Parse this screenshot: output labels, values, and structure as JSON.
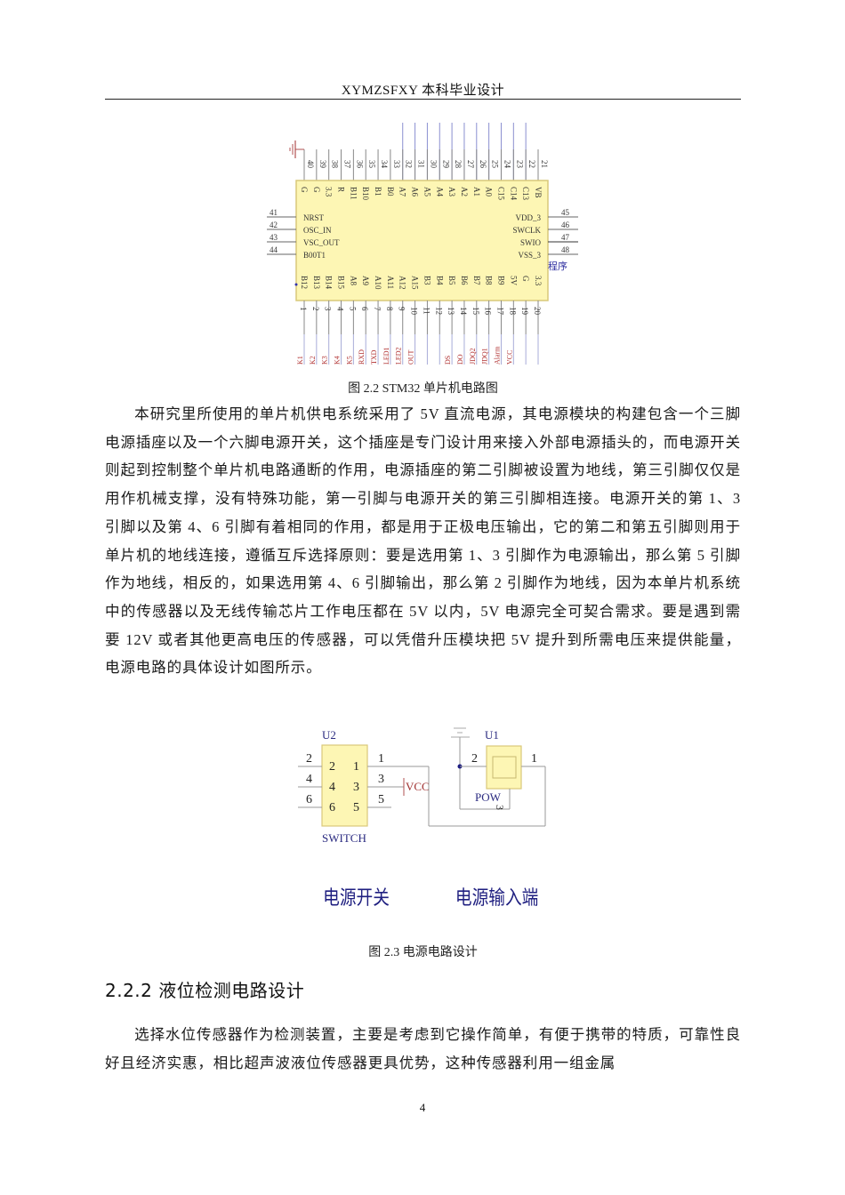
{
  "header": {
    "title": "XYMZSFXY 本科毕业设计"
  },
  "figure_1": {
    "caption": "图 2.2  STM32 单片机电路图",
    "chip": {
      "top_pin_numbers": [
        "40",
        "39",
        "38",
        "37",
        "36",
        "35",
        "34",
        "33",
        "32",
        "31",
        "30",
        "29",
        "28",
        "27",
        "26",
        "25",
        "24",
        "23",
        "22",
        "21"
      ],
      "top_pin_labels": [
        "G",
        "G",
        "3.3",
        "R",
        "B11",
        "B10",
        "B1",
        "B0",
        "A7",
        "A6",
        "A5",
        "A4",
        "A3",
        "A2",
        "A1",
        "A0",
        "C15",
        "C14",
        "C13",
        "VB"
      ],
      "left_pin_numbers": [
        "41",
        "42",
        "43",
        "44"
      ],
      "left_pin_labels": [
        "NRST",
        "OSC_IN",
        "VSC_OUT",
        "B00T1"
      ],
      "right_pin_numbers": [
        "45",
        "46",
        "47",
        "48"
      ],
      "right_pin_labels": [
        "VDD_3",
        "SWCLK",
        "SWIO",
        "VSS_3"
      ],
      "right_note": "程序",
      "bottom_pin_labels": [
        "B12",
        "B13",
        "B14",
        "B15",
        "A8",
        "A9",
        "A10",
        "A11",
        "A12",
        "A15",
        "B3",
        "B4",
        "B5",
        "B6",
        "B7",
        "B8",
        "B9",
        "5V",
        "G",
        "3.3"
      ],
      "bottom_pin_numbers": [
        "1",
        "2",
        "3",
        "4",
        "5",
        "6",
        "7",
        "8",
        "9",
        "10",
        "11",
        "12",
        "13",
        "14",
        "15",
        "16",
        "17",
        "18",
        "19",
        "20"
      ],
      "bottom_net_labels": [
        "K1",
        "K2",
        "K3",
        "K4",
        "K5",
        "RXD",
        "TXD",
        "LED1",
        "LED2",
        "OUT",
        "",
        "",
        "DS",
        "DO",
        "JDQ2",
        "JDQ1",
        "Alarm",
        "VCC",
        "",
        ""
      ]
    }
  },
  "paragraph_1": "本研究里所使用的单片机供电系统采用了 5V 直流电源，其电源模块的构建包含一个三脚电源插座以及一个六脚电源开关，这个插座是专门设计用来接入外部电源插头的，而电源开关则起到控制整个单片机电路通断的作用，电源插座的第二引脚被设置为地线，第三引脚仅仅是用作机械支撑，没有特殊功能，第一引脚与电源开关的第三引脚相连接。电源开关的第 1、3 引脚以及第 4、6 引脚有着相同的作用，都是用于正极电压输出，它的第二和第五引脚则用于单片机的地线连接，遵循互斥选择原则：要是选用第 1、3 引脚作为电源输出，那么第 5 引脚作为地线，相反的，如果选用第 4、6 引脚输出，那么第 2 引脚作为地线，因为本单片机系统中的传感器以及无线传输芯片工作电压都在 5V 以内，5V 电源完全可契合需求。要是遇到需要 12V 或者其他更高电压的传感器，可以凭借升压模块把 5V 提升到所需电压来提供能量，电源电路的具体设计如图所示。",
  "figure_2": {
    "caption": "图 2.3 电源电路设计",
    "switch": {
      "ref": "U2",
      "name": "SWITCH",
      "left_pins": [
        "2",
        "4",
        "6"
      ],
      "right_pins": [
        "1",
        "3",
        "5"
      ],
      "inner_left": [
        "2",
        "4",
        "6"
      ],
      "inner_right": [
        "1",
        "3",
        "5"
      ]
    },
    "vcc_label": "VCC",
    "power": {
      "ref": "U1",
      "name": "POW",
      "pin_left": "2",
      "pin_right": "1",
      "pin_bottom": "3"
    },
    "label_switch": "电源开关",
    "label_input": "电源输入端"
  },
  "section": {
    "title": "2.2.2 液位检测电路设计"
  },
  "paragraph_2": "选择水位传感器作为检测装置，主要是考虑到它操作简单，有便于携带的特质，可靠性良好且经济实惠，相比超声波液位传感器更具优势，这种传感器利用一组金属",
  "footer": {
    "page_number": "4"
  }
}
